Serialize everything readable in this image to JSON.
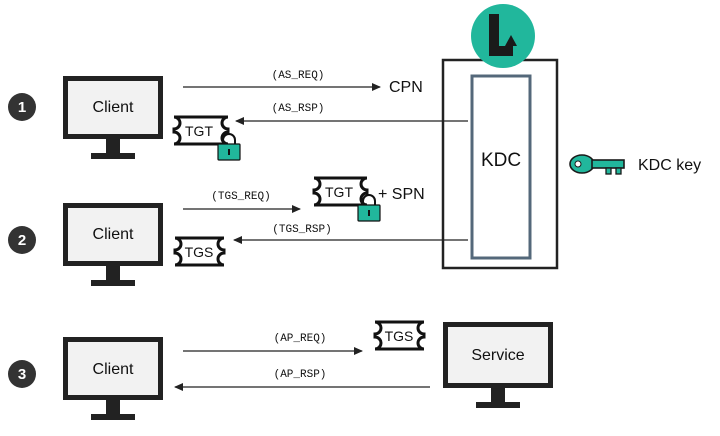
{
  "steps": [
    "1",
    "2",
    "3"
  ],
  "clients": [
    "Client",
    "Client",
    "Client"
  ],
  "service": {
    "label": "Service"
  },
  "kdc": {
    "label": "KDC"
  },
  "kdc_key": {
    "label": "KDC key"
  },
  "messages": {
    "as_req": "(AS_REQ)",
    "as_rsp": "(AS_RSP)",
    "tgs_req": "(TGS_REQ)",
    "tgs_rsp": "(TGS_RSP)",
    "ap_req": "(AP_REQ)",
    "ap_rsp": "(AP_RSP)"
  },
  "tokens": {
    "cpn": "CPN",
    "spn": "+ SPN",
    "tgt": "TGT",
    "tgs": "TGS"
  },
  "colors": {
    "lock": "#21b79c",
    "key": "#21b79c",
    "kdc_badge": "#21b79c",
    "kdc_inner_border": "#54687a",
    "step_circle": "#333333",
    "monitor_bezel": "#222222",
    "monitor_screen": "#f2f2f2"
  }
}
